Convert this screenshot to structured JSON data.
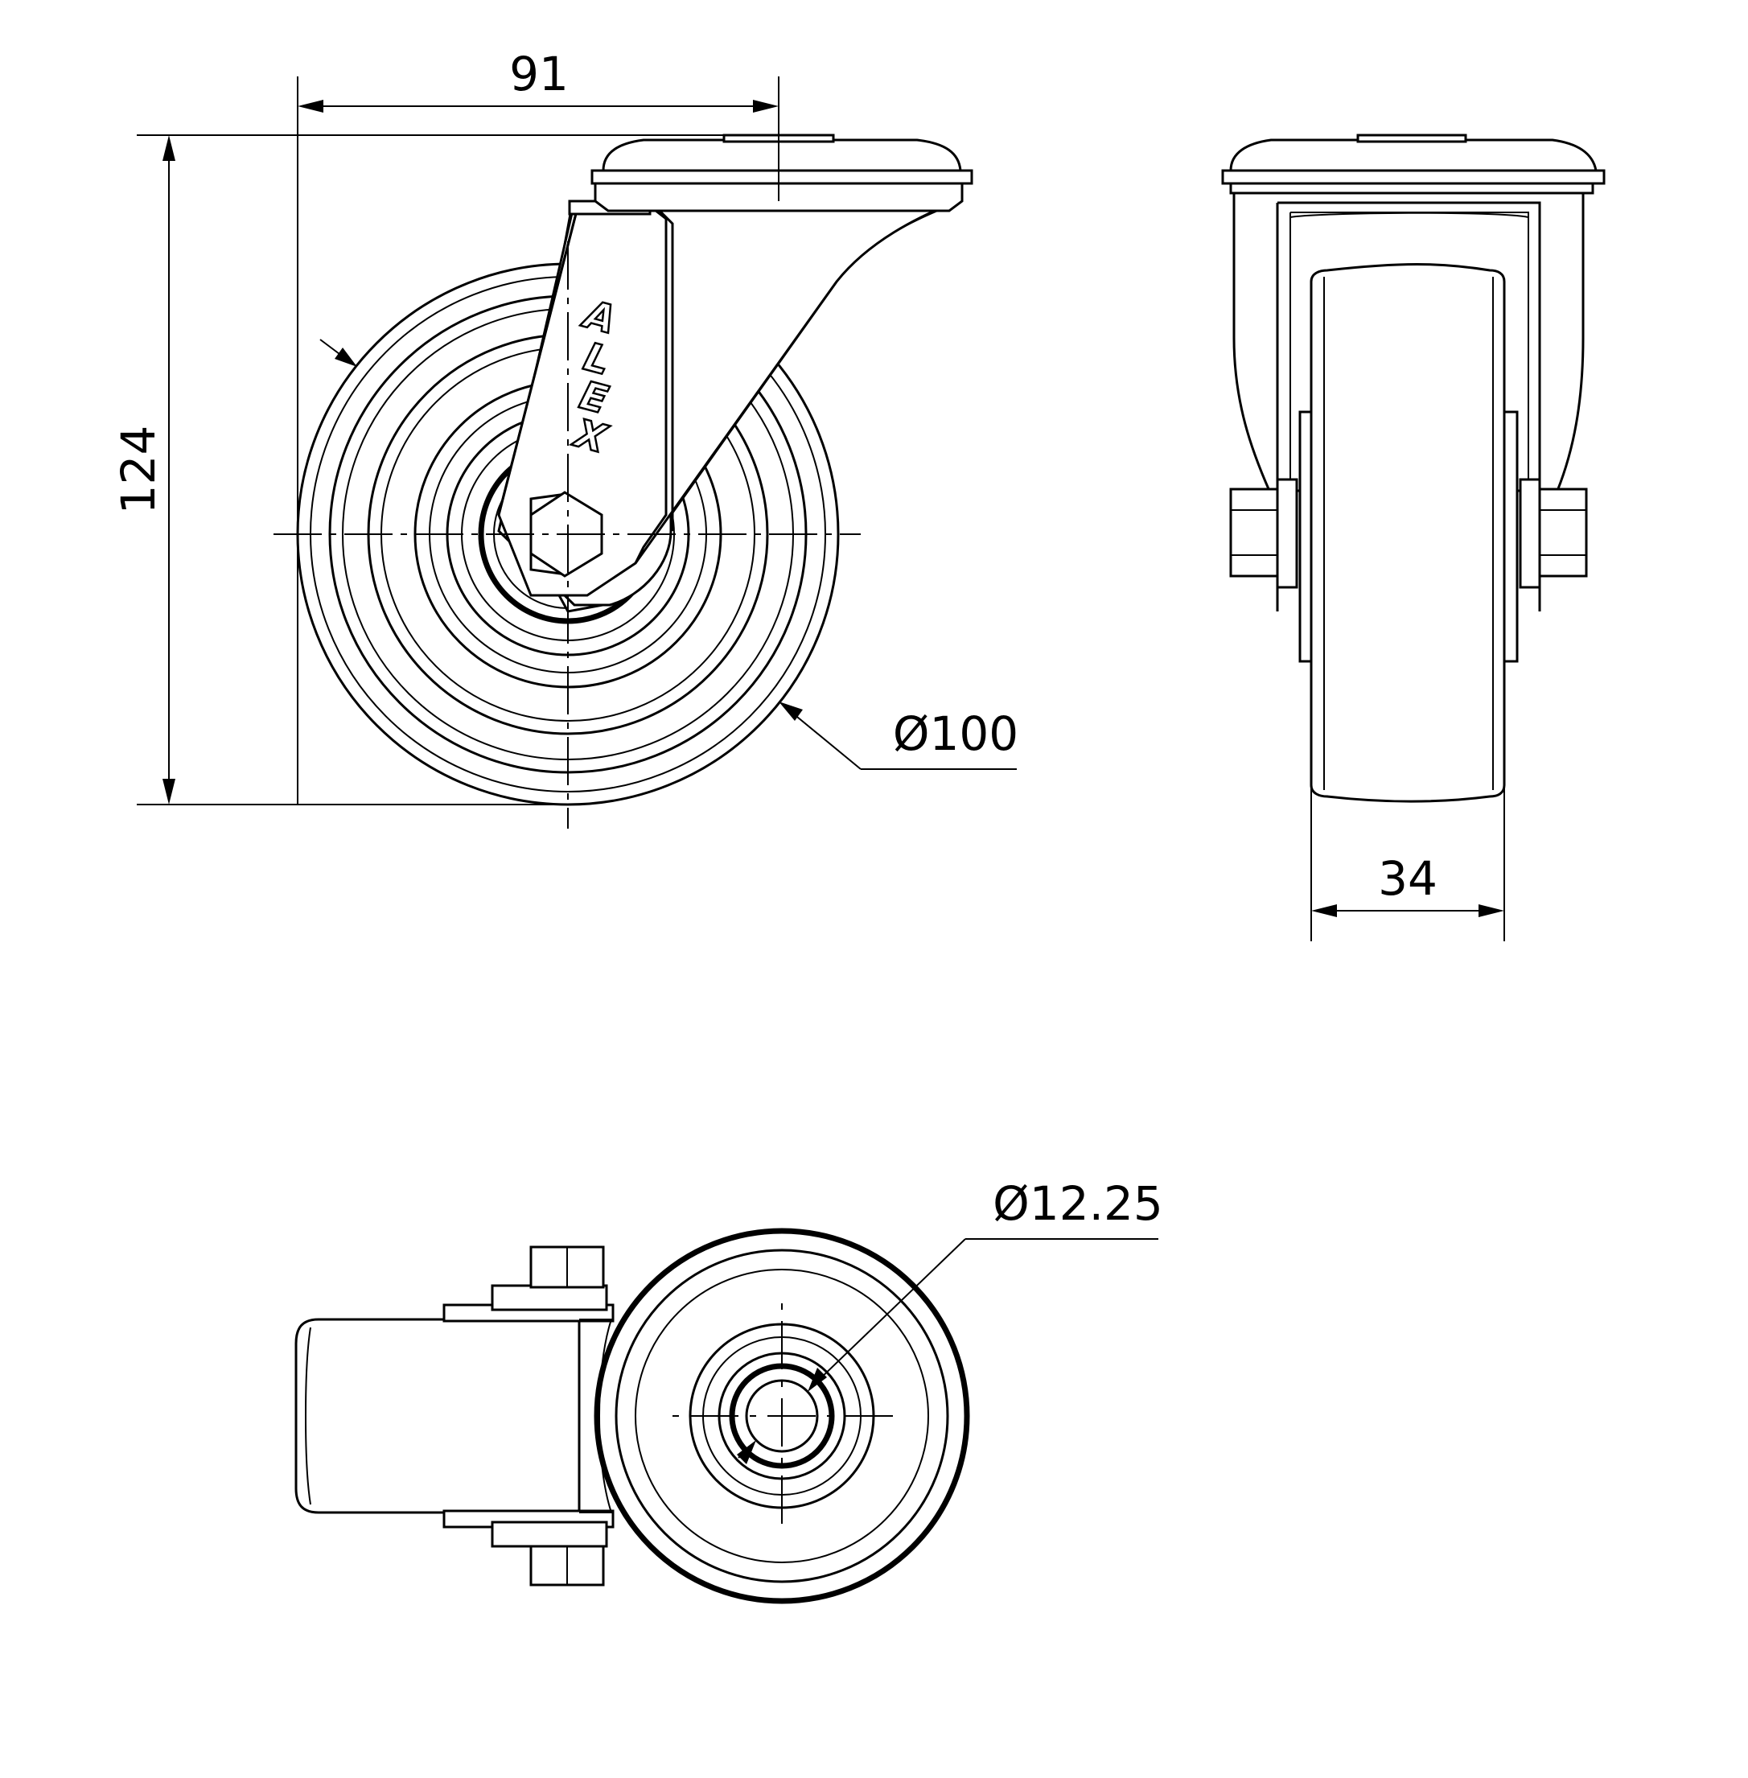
{
  "dimensions": {
    "width_91": "91",
    "height_124": "124",
    "wheel_diameter": "Ø100",
    "wheel_width": "34",
    "bolt_hole_diameter": "Ø12.25"
  },
  "logo": {
    "letters": [
      "A",
      "L",
      "E",
      "X"
    ]
  }
}
